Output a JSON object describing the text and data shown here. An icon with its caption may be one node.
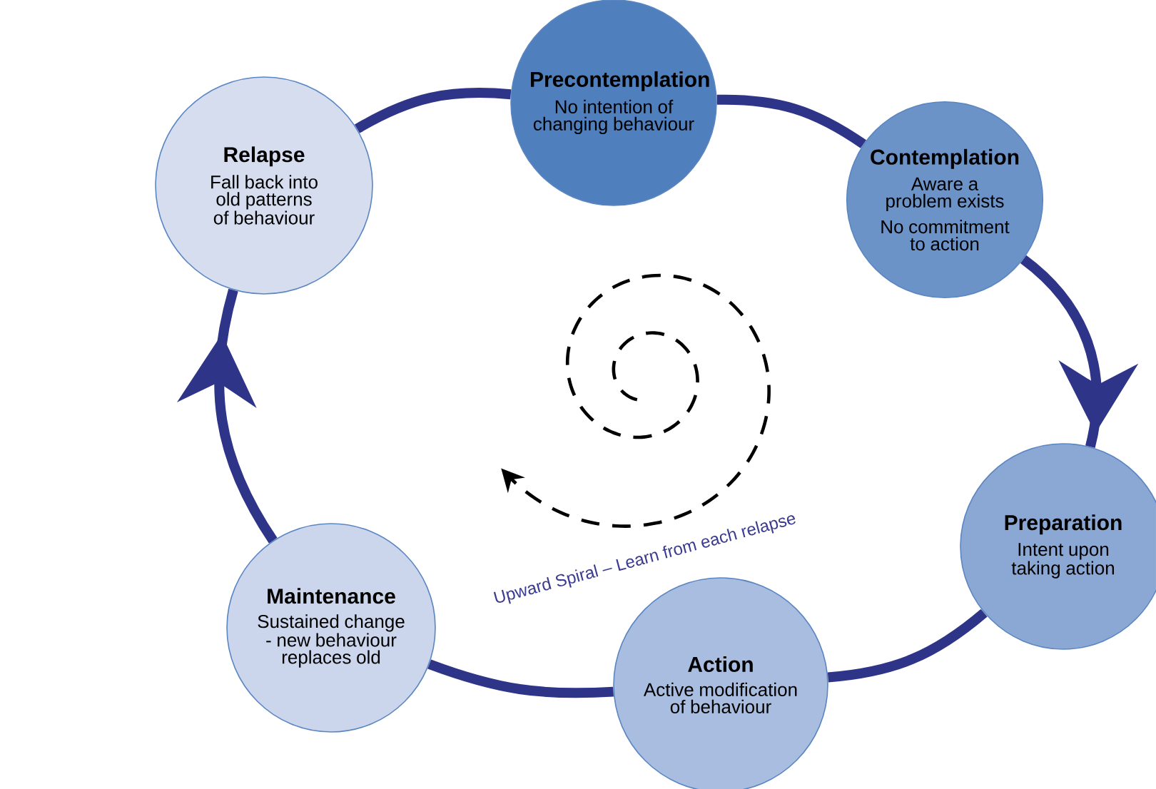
{
  "diagram": {
    "nodes": [
      {
        "text": [
          "Precontemplation",
          "No intention of changing behaviour"
        ]
      },
      {
        "text": [
          "Contemplation",
          "Aware a problem exists",
          "No commitment to action"
        ]
      },
      {
        "text": [
          "Preparation",
          "Intent upon taking action"
        ]
      },
      {
        "text": [
          "Action",
          "Active modification of behaviour"
        ]
      },
      {
        "text": [
          "Maintenance",
          "Sustained change - new behaviour replaces old"
        ]
      },
      {
        "text": [
          "Relapse",
          "Fall back into old patterns of behaviour"
        ]
      }
    ],
    "edges": [
      {
        "from": 0,
        "to": 1,
        "arrow": "none"
      },
      {
        "from": 1,
        "to": 2,
        "arrow": "to"
      },
      {
        "from": 2,
        "to": 3,
        "arrow": "none"
      },
      {
        "from": 3,
        "to": 4,
        "arrow": "none"
      },
      {
        "from": 4,
        "to": 5,
        "arrow": "to"
      },
      {
        "from": 5,
        "to": 0,
        "arrow": "none"
      }
    ],
    "labels": [
      "Upward Spiral – Learn from each relapse"
    ]
  }
}
